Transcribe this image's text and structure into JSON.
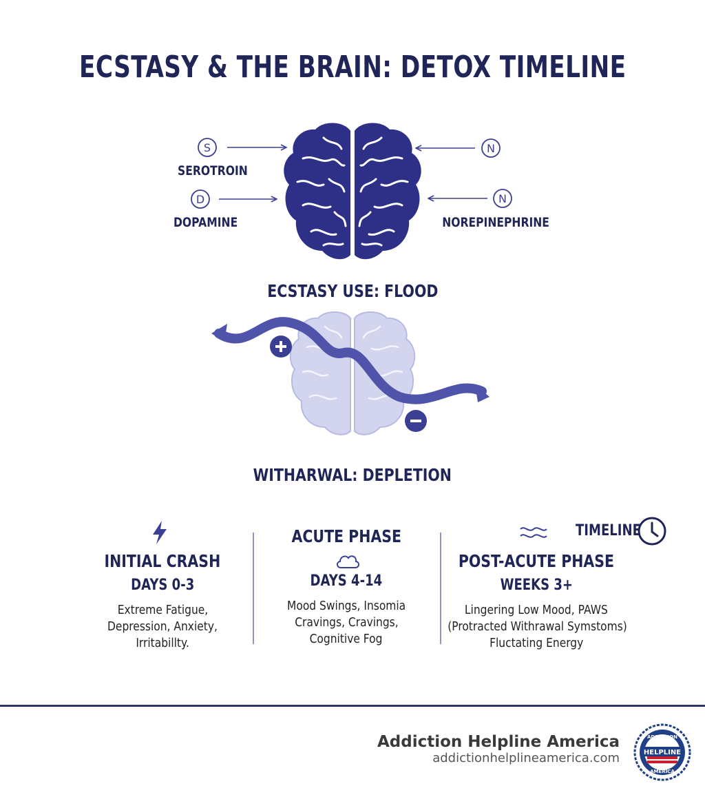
{
  "title": "ECSTASY & THE BRAIN: DETOX TIMELINE",
  "neurotransmitters": {
    "serotonin": {
      "symbol": "S",
      "label": "SEROTROIN"
    },
    "dopamine": {
      "symbol": "D",
      "label": "DOPAMINE"
    },
    "top_right": {
      "symbol": "N"
    },
    "norepinephrine": {
      "symbol": "N",
      "label": "NOREPINEPHRINE"
    }
  },
  "stages": {
    "use": "ECSTASY USE: FLOOD",
    "withdrawal": "WITHARWAL: DEPLETION"
  },
  "timeline": {
    "label": "TIMELINE",
    "phases": [
      {
        "title": "INITIAL CRASH",
        "days": "DAYS 0-3",
        "desc": [
          "Extreme Fatigue,",
          "Depression, Anxiety,",
          "Irritabillty."
        ],
        "icon": "lightning-icon"
      },
      {
        "title": "ACUTE PHASE",
        "days": "DAYS 4-14",
        "desc": [
          "Mood Swings, Insomia",
          "Cravings, Cravings,",
          "Cognitive Fog"
        ],
        "icon": "cloud-icon"
      },
      {
        "title": "POST-ACUTE PHASE",
        "days": "WEEKS 3+",
        "desc": [
          "Lingering Low Mood, PAWS",
          "(Protracted Withrawal Symstoms)",
          "Fluctating Energy"
        ],
        "icon": "wave-icon"
      }
    ]
  },
  "footer": {
    "brand": "Addiction Helpline America",
    "url": "addictionhelplineamerica.com",
    "badge_top": "ADDICTION",
    "badge_mid": "HELPLINE",
    "badge_bottom": "AMERICA"
  },
  "colors": {
    "navy": "#1f2557",
    "brain": "#2e2f86",
    "brain_faded": "#c9cbeb",
    "wave": "#5b5fb4",
    "footer_rule": "#2c3468"
  }
}
